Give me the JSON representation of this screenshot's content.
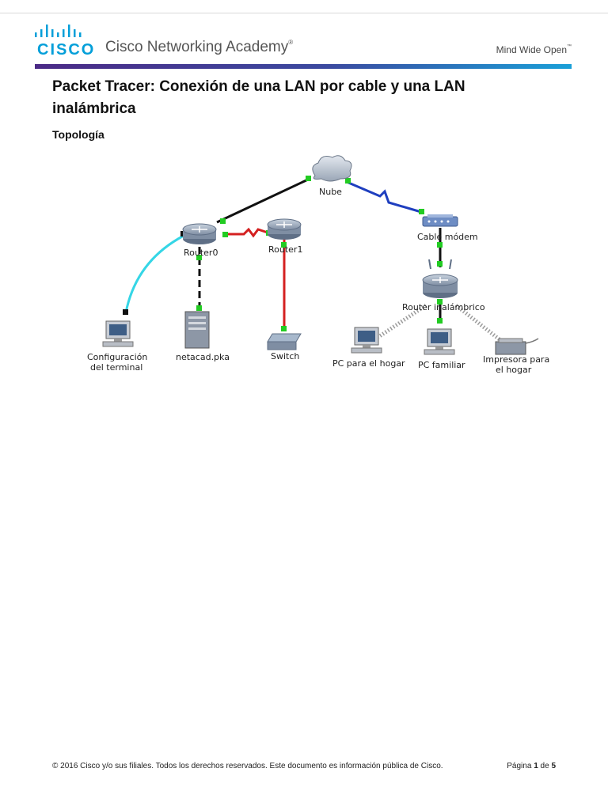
{
  "header": {
    "logo_word": "CISCO",
    "brand_title": "Cisco Networking Academy",
    "brand_mark": "®",
    "tagline": "Mind Wide Open",
    "tagline_mark": "™",
    "colors": {
      "cisco_blue": "#049fd9",
      "band_start": "#4b2a86",
      "band_end": "#1aa0d8"
    }
  },
  "document": {
    "title": "Packet Tracer: Conexión de una LAN por cable y una LAN inalámbrica",
    "section_heading": "Topología"
  },
  "topology": {
    "devices": {
      "cloud": "Nube",
      "router0": "Router0",
      "router1": "Router1",
      "cable_modem": "Cable módem",
      "wireless_router": "Router inalámbrico",
      "terminal_line1": "Configuración",
      "terminal_line2": "del terminal",
      "server": "netacad.pka",
      "switch": "Switch",
      "home_pc": "PC para el hogar",
      "family_pc": "PC familiar",
      "printer_line1": "Impresora para",
      "printer_line2": "el hogar"
    },
    "link_colors": {
      "ethernet": "#111111",
      "serial": "#d42020",
      "coax": "#1f3fbf",
      "console": "#35d6e6",
      "wireless": "#9a9a9a",
      "port_up": "#22cc22"
    }
  },
  "footer": {
    "copyright": "© 2016 Cisco y/o sus filiales. Todos los derechos reservados. Este documento es información pública de Cisco.",
    "page_word": "Página",
    "page_current": "1",
    "page_of": "de",
    "page_total": "5"
  }
}
